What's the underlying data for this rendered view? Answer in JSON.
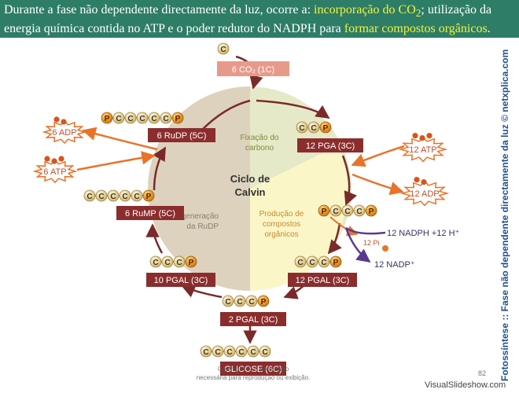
{
  "header": {
    "part1": "Durante a fase não dependente directamente da luz, ocorre a: ",
    "hl1a": "incorporação do CO",
    "hl1sub": "2",
    "part2": "; utilização da energia química contida no ATP e o poder redutor do NADPH para ",
    "hl2": "formar compostos orgânicos",
    "part3": "."
  },
  "diagram": {
    "title_line1": "Ciclo de",
    "title_line2": "Calvin",
    "phases": {
      "fixation": [
        "Fixação do",
        "carbono"
      ],
      "production": [
        "Produção de",
        "compostos",
        "orgânicos"
      ],
      "regeneration": [
        "Regeneração",
        "da RuDP"
      ]
    },
    "labels": {
      "co2": "6 CO₂ (1C)",
      "pga": "12 PGA (3C)",
      "rudp": "6 RuDP (5C)",
      "rump": "6 RuMP (5C)",
      "pgal_left": "10 PGAL (3C)",
      "pgal_right": "12 PGAL (3C)",
      "pgal_bottom": "2 PGAL (3C)",
      "glucose": "GLICOSE (6C)"
    },
    "molecules": {
      "carbon": "C",
      "phosphate": "P"
    },
    "bursts": {
      "atp_right": "12 ATP",
      "adp_right": "12 ADP",
      "adp_left": "6 ADP",
      "atp_left": "6 ATP"
    },
    "side_texts": {
      "nadph": "12 NADPH +12 H⁺",
      "pi": "12 Pi",
      "nadp": "12 NADP⁺"
    },
    "copyright_line1": "Copyright © ... permissão",
    "copyright_line2": "necessária para reprodução ou exibição."
  },
  "side_label": "Fotossíntese :: Fase não dependente directamente da luz © netxplica.com",
  "page_number": "82",
  "watermark": "VisualSlideshow.com",
  "colors": {
    "header_bg": "#2e7d66",
    "header_highlight": "#f5f23a",
    "label_box": "#8b2d2d",
    "co2_box": "#e89a8a",
    "cycle_arrow": "#7a2a2a",
    "orange_arrow": "#e8732a",
    "purple_arrow": "#5a3a8c",
    "carbon_bead": "#ecd59a",
    "phosphate_bead": "#f0a020",
    "side_label": "#1f4f91"
  }
}
